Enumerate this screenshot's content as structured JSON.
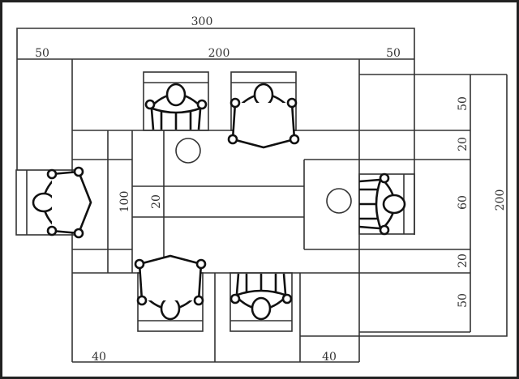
{
  "dimensions": {
    "top_total": "300",
    "top_left": "50",
    "top_middle": "200",
    "top_right": "50",
    "left_table_width": "100",
    "left_inner": "20",
    "right_a": "50",
    "right_b": "20",
    "right_c": "60",
    "right_d": "20",
    "right_e": "50",
    "right_total": "200",
    "bottom_left": "40",
    "bottom_right": "40"
  },
  "colors": {
    "line": "#333333",
    "figure": "#111111",
    "frame": "#222222"
  }
}
